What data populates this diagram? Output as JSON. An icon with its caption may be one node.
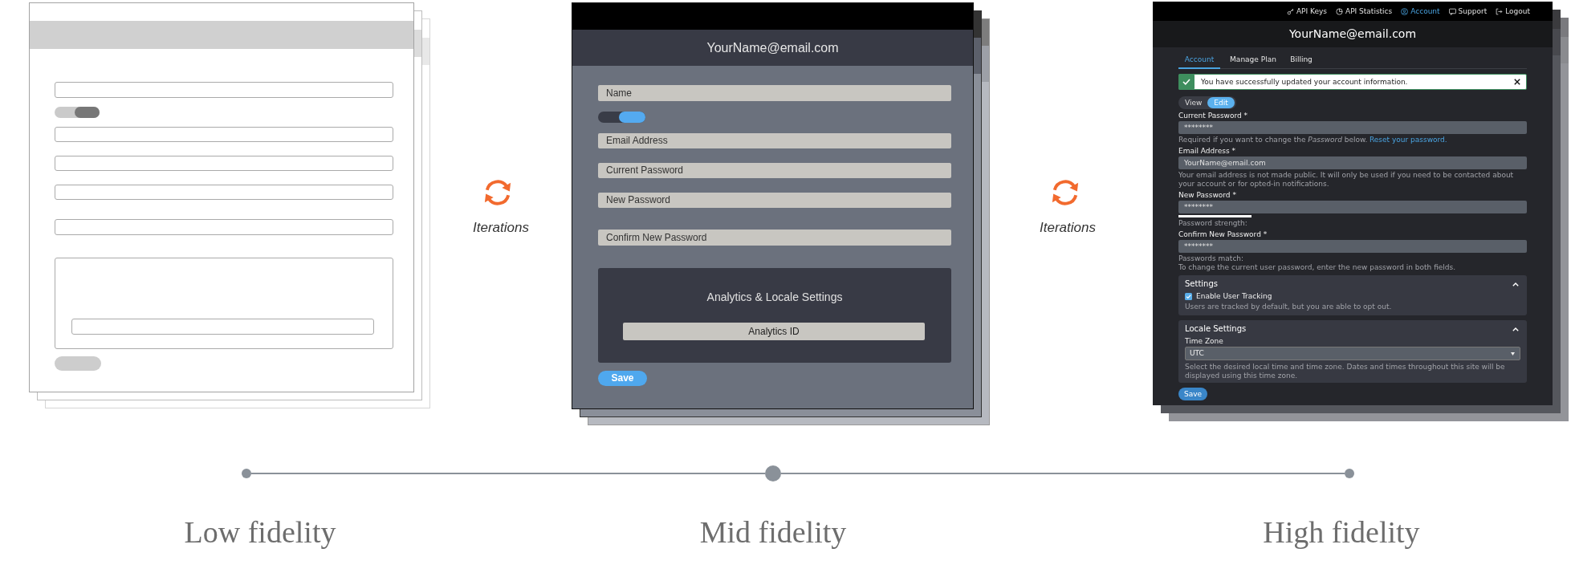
{
  "diagram": {
    "nodes": [
      {
        "text": [],
        "shape": "circle",
        "beside": [
          "Low fidelity"
        ]
      },
      {
        "text": [],
        "shape": "circle",
        "beside": [
          "Mid fidelity"
        ]
      },
      {
        "text": [],
        "shape": "circle",
        "beside": [
          "High fidelity"
        ]
      }
    ],
    "edges": [
      {
        "from": 0,
        "to": 1,
        "arrow": "none"
      },
      {
        "from": 1,
        "to": 2,
        "arrow": "none"
      }
    ],
    "labels": [
      "Iterations",
      "YourName@email.com",
      "Name",
      "Email Address",
      "Current Password",
      "New Password",
      "Confirm New Password",
      "Analytics & Locale Settings",
      "Analytics ID",
      "Save",
      "Iterations",
      "API Keys",
      "API Statistics",
      "Account",
      "Support",
      "Logout",
      "YourName@email.com",
      "Account",
      "Manage Plan",
      "Billing",
      "You have successfully updated your account information.",
      "View",
      "Edit",
      "Current Password *",
      "********",
      "Required if you want to change the *Password* below.",
      "Reset your password.",
      "Email Address *",
      "YourName@email.com",
      "Your email address is not made public. It will only be used if you need to be contacted about your account or for opted-in notifications.",
      "New Password *",
      "********",
      "Password strength:",
      "Confirm New Password *",
      "********",
      "Passwords match:",
      "To change the current user password, enter the new password in both fields.",
      "Settings",
      "Enable User Tracking",
      "Users are tracked by default, but you are able to opt out.",
      "Locale Settings",
      "Time Zone",
      "UTC",
      "Select the desired local time and time zone. Dates and times throughout this site will be displayed using this time zone.",
      "Save"
    ]
  }
}
